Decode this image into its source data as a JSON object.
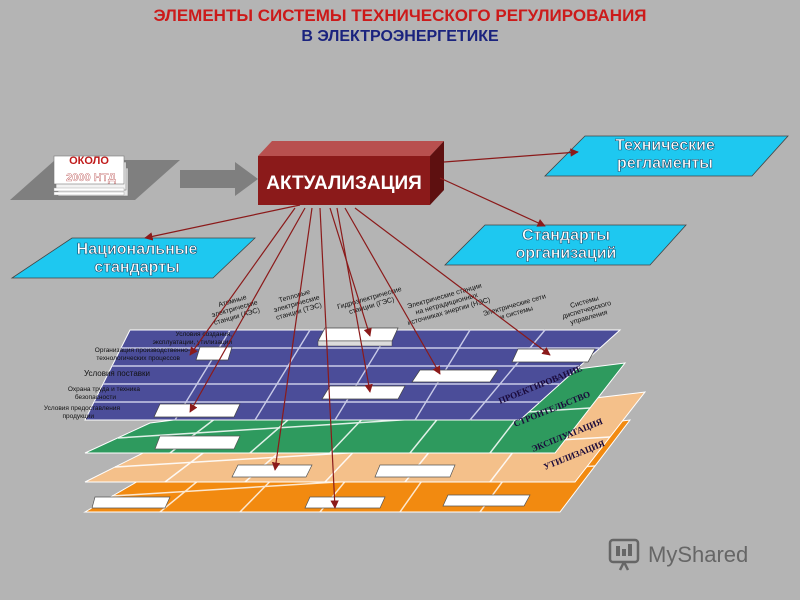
{
  "title": {
    "line1": "ЭЛЕМЕНТЫ СИСТЕМЫ ТЕХНИЧЕСКОГО РЕГУЛИРОВАНИЯ",
    "line2": "В ЭЛЕКТРОЭНЕРГЕТИКЕ"
  },
  "ntd": {
    "line1": "ОКОЛО",
    "line2": "2000 НТД"
  },
  "center": "АКТУАЛИЗАЦИЯ",
  "boxes": {
    "regulations": [
      "Технические",
      "регламенты"
    ],
    "national": [
      "Национальные",
      "стандарты"
    ],
    "organizations": [
      "Стандарты",
      "организаций"
    ]
  },
  "columns": [
    [
      "Атомные",
      "электрические",
      "станции (АЭС)"
    ],
    [
      "Тепловые",
      "электрические",
      "станции (ТЭС)"
    ],
    [
      "Гидроэлектрические",
      "станции (ГЭС)"
    ],
    [
      "Электрические станции",
      "на нетрадиционных",
      "источниках энергии (НЭС)"
    ],
    [
      "Электрические сети",
      "и системы"
    ],
    [
      "Системы",
      "диспетчерского",
      "управления"
    ]
  ],
  "rows": [
    [
      "Условия создания,",
      "эксплуатации, утилизации"
    ],
    [
      "Организация производственно-",
      "технологических процессов"
    ],
    [
      "Условия поставки"
    ],
    [
      "Охрана труда и техника",
      "безопасности"
    ],
    [
      "Условия предоставления",
      "продукции"
    ]
  ],
  "phases": [
    "ПРОЕКТИРОВАНИЕ",
    "СТРОИТЕЛЬСТВО",
    "ЭКСПЛУАТАЦИЯ",
    "УТИЛИЗАЦИЯ"
  ],
  "watermark": "MyShared",
  "colors": {
    "title_red": "#cc1a1a",
    "title_blue": "#1a237e",
    "center_box": "#8b1a1a",
    "cyan_box": "#1ec8f0",
    "grid_purple": "#4b4d99",
    "layer_green": "#2e9a5e",
    "layer_peach": "#f4c08a",
    "layer_orange": "#f28a10",
    "arrow": "#8b1a1a"
  }
}
